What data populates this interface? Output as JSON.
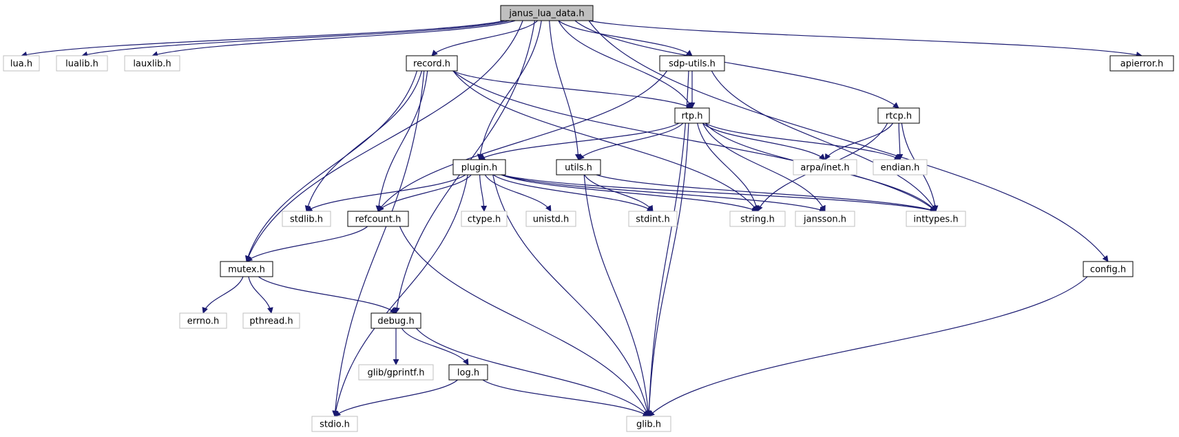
{
  "diagram": {
    "colors": {
      "edge": "#191970",
      "primary_border": "#000000",
      "external_border": "#bfbfbf",
      "root_fill": "#bfbfbf"
    },
    "nodes": [
      {
        "id": "janus_lua_data",
        "label": "janus_lua_data.h",
        "kind": "root"
      },
      {
        "id": "lua",
        "label": "lua.h",
        "kind": "external"
      },
      {
        "id": "lualib",
        "label": "lualib.h",
        "kind": "external"
      },
      {
        "id": "lauxlib",
        "label": "lauxlib.h",
        "kind": "external"
      },
      {
        "id": "record",
        "label": "record.h",
        "kind": "primary"
      },
      {
        "id": "sdp_utils",
        "label": "sdp-utils.h",
        "kind": "primary"
      },
      {
        "id": "apierror",
        "label": "apierror.h",
        "kind": "primary"
      },
      {
        "id": "rtp",
        "label": "rtp.h",
        "kind": "primary"
      },
      {
        "id": "rtcp",
        "label": "rtcp.h",
        "kind": "primary"
      },
      {
        "id": "plugin",
        "label": "plugin.h",
        "kind": "primary"
      },
      {
        "id": "utils",
        "label": "utils.h",
        "kind": "primary"
      },
      {
        "id": "arpa_inet",
        "label": "arpa/inet.h",
        "kind": "external"
      },
      {
        "id": "endian",
        "label": "endian.h",
        "kind": "external"
      },
      {
        "id": "stdlib",
        "label": "stdlib.h",
        "kind": "external"
      },
      {
        "id": "refcount",
        "label": "refcount.h",
        "kind": "primary"
      },
      {
        "id": "ctype",
        "label": "ctype.h",
        "kind": "external"
      },
      {
        "id": "unistd",
        "label": "unistd.h",
        "kind": "external"
      },
      {
        "id": "stdint",
        "label": "stdint.h",
        "kind": "external"
      },
      {
        "id": "string",
        "label": "string.h",
        "kind": "external"
      },
      {
        "id": "jansson",
        "label": "jansson.h",
        "kind": "external"
      },
      {
        "id": "inttypes",
        "label": "inttypes.h",
        "kind": "external"
      },
      {
        "id": "mutex",
        "label": "mutex.h",
        "kind": "primary"
      },
      {
        "id": "config",
        "label": "config.h",
        "kind": "primary"
      },
      {
        "id": "errno",
        "label": "errno.h",
        "kind": "external"
      },
      {
        "id": "pthread",
        "label": "pthread.h",
        "kind": "external"
      },
      {
        "id": "debug",
        "label": "debug.h",
        "kind": "primary"
      },
      {
        "id": "gprintf",
        "label": "glib/gprintf.h",
        "kind": "external"
      },
      {
        "id": "log",
        "label": "log.h",
        "kind": "primary"
      },
      {
        "id": "stdio",
        "label": "stdio.h",
        "kind": "external"
      },
      {
        "id": "glib",
        "label": "glib.h",
        "kind": "external"
      }
    ],
    "edges": [
      [
        "janus_lua_data",
        "lua"
      ],
      [
        "janus_lua_data",
        "lualib"
      ],
      [
        "janus_lua_data",
        "lauxlib"
      ],
      [
        "janus_lua_data",
        "record"
      ],
      [
        "janus_lua_data",
        "sdp_utils"
      ],
      [
        "janus_lua_data",
        "apierror"
      ],
      [
        "janus_lua_data",
        "rtp"
      ],
      [
        "janus_lua_data",
        "rtcp"
      ],
      [
        "janus_lua_data",
        "plugin"
      ],
      [
        "janus_lua_data",
        "utils"
      ],
      [
        "janus_lua_data",
        "mutex"
      ],
      [
        "janus_lua_data",
        "debug"
      ],
      [
        "janus_lua_data",
        "config"
      ],
      [
        "record",
        "rtp"
      ],
      [
        "record",
        "stdlib"
      ],
      [
        "record",
        "refcount"
      ],
      [
        "record",
        "mutex"
      ],
      [
        "record",
        "stdio"
      ],
      [
        "record",
        "string"
      ],
      [
        "record",
        "inttypes"
      ],
      [
        "sdp_utils",
        "rtp"
      ],
      [
        "sdp_utils",
        "refcount"
      ],
      [
        "sdp_utils",
        "inttypes"
      ],
      [
        "sdp_utils",
        "glib"
      ],
      [
        "rtp",
        "plugin"
      ],
      [
        "rtp",
        "utils"
      ],
      [
        "rtp",
        "arpa_inet"
      ],
      [
        "rtp",
        "endian"
      ],
      [
        "rtp",
        "inttypes"
      ],
      [
        "rtp",
        "string"
      ],
      [
        "rtp",
        "jansson"
      ],
      [
        "rtp",
        "glib"
      ],
      [
        "rtcp",
        "arpa_inet"
      ],
      [
        "rtcp",
        "endian"
      ],
      [
        "rtcp",
        "inttypes"
      ],
      [
        "rtcp",
        "string"
      ],
      [
        "plugin",
        "stdlib"
      ],
      [
        "plugin",
        "refcount"
      ],
      [
        "plugin",
        "ctype"
      ],
      [
        "plugin",
        "unistd"
      ],
      [
        "plugin",
        "stdint"
      ],
      [
        "plugin",
        "string"
      ],
      [
        "plugin",
        "jansson"
      ],
      [
        "plugin",
        "inttypes"
      ],
      [
        "plugin",
        "stdio"
      ],
      [
        "plugin",
        "glib"
      ],
      [
        "utils",
        "stdint"
      ],
      [
        "utils",
        "glib"
      ],
      [
        "utils",
        "inttypes"
      ],
      [
        "refcount",
        "mutex"
      ],
      [
        "refcount",
        "glib"
      ],
      [
        "mutex",
        "errno"
      ],
      [
        "mutex",
        "pthread"
      ],
      [
        "mutex",
        "debug"
      ],
      [
        "debug",
        "gprintf"
      ],
      [
        "debug",
        "log"
      ],
      [
        "debug",
        "glib"
      ],
      [
        "log",
        "stdio"
      ],
      [
        "log",
        "glib"
      ],
      [
        "config",
        "glib"
      ]
    ]
  }
}
